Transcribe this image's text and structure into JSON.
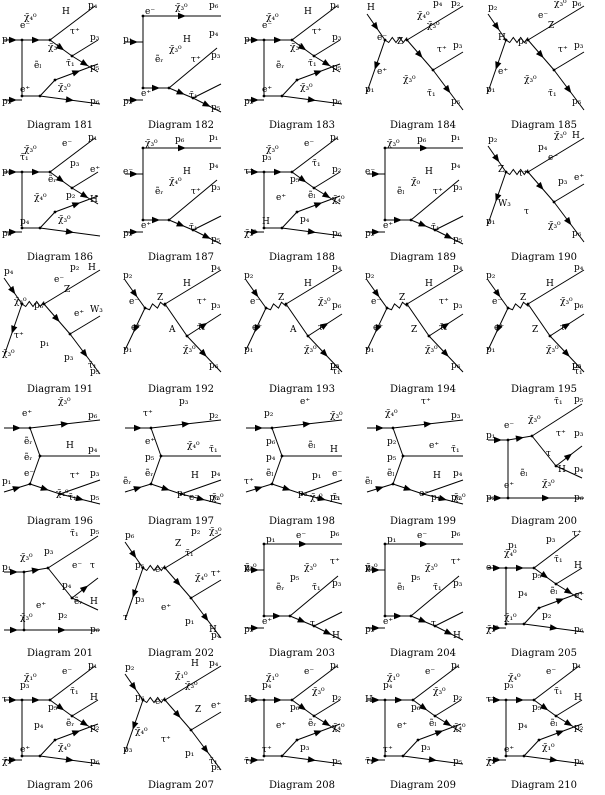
{
  "diagrams": [
    {
      "caption": "Diagram 181",
      "topo": "A",
      "labels": [
        "p₄",
        "H",
        "χ̃₄⁰",
        "p₁",
        "e⁻",
        "τ⁺",
        "χ̃₃⁰",
        "τ̃₁",
        "p₃",
        "ẽₗ",
        "p₅",
        "e⁺",
        "χ̃₃⁰",
        "p₂",
        "p₆"
      ]
    },
    {
      "caption": "Diagram 182",
      "topo": "B",
      "labels": [
        "p₁",
        "e⁻",
        "χ̃₃⁰",
        "p₆",
        "ẽᵣ",
        "H",
        "p₄",
        "χ̃₃⁰",
        "τ⁺",
        "p₃",
        "p₂",
        "e⁺",
        "τ̃₁",
        "p₅"
      ]
    },
    {
      "caption": "Diagram 183",
      "topo": "A",
      "labels": [
        "p₄",
        "H",
        "χ̃₄⁰",
        "p₁",
        "e⁻",
        "τ⁺",
        "χ̃₃⁰",
        "τ̃₁",
        "p₃",
        "ẽᵣ",
        "p₅",
        "e⁺",
        "χ̃₃⁰",
        "p₂",
        "p₆"
      ]
    },
    {
      "caption": "Diagram 184",
      "topo": "D",
      "labels": [
        "H",
        "p₄",
        "p₂",
        "χ̃₄⁰",
        "χ̃₃⁰",
        "e⁻",
        "Z",
        "τ⁺",
        "p₃",
        "e⁺",
        "χ̃₃⁰",
        "p₁",
        "τ̃₁",
        "p₅"
      ]
    },
    {
      "caption": "Diagram 185",
      "topo": "D",
      "labels": [
        "p₂",
        "χ̃₃⁰",
        "p₆",
        "e⁻",
        "Z",
        "H",
        "p₄",
        "τ⁺",
        "p₃",
        "e⁺",
        "χ̃₃⁰",
        "p₁",
        "τ̃₁",
        "p₅"
      ]
    },
    {
      "caption": "Diagram 186",
      "topo": "A",
      "labels": [
        "p₁",
        "e⁻",
        "χ̃₃⁰",
        "p₃",
        "τ̃₁",
        "p₃",
        "ẽᵣ",
        "p₂",
        "e⁺",
        "χ̃₄⁰",
        "H",
        "p₄",
        "χ̃₃⁰",
        "p₆"
      ]
    },
    {
      "caption": "Diagram 187",
      "topo": "B",
      "labels": [
        "e⁻",
        "χ̃₃⁰",
        "p₆",
        "p₁",
        "ẽᵣ",
        "H",
        "p₄",
        "χ̃₄⁰",
        "τ⁺",
        "p₃",
        "p₂",
        "e⁺",
        "τ̃₁",
        "p₅"
      ]
    },
    {
      "caption": "Diagram 188",
      "topo": "A",
      "labels": [
        "p₁",
        "e⁻",
        "χ̃₃⁰",
        "τ⁺",
        "p₃",
        "τ̃₁",
        "p₅",
        "ẽₗ",
        "p₂",
        "e⁺",
        "χ̃₄⁰",
        "H",
        "p₄",
        "χ̃₃⁰",
        "p₆"
      ]
    },
    {
      "caption": "Diagram 189",
      "topo": "B",
      "labels": [
        "e⁻",
        "χ̃₃⁰",
        "p₆",
        "p₁",
        "ẽₗ",
        "H",
        "p₄",
        "χ̃₀",
        "τ⁺",
        "p₃",
        "p₂",
        "e⁺",
        "τ̃₁",
        "p₅"
      ]
    },
    {
      "caption": "Diagram 190",
      "topo": "D",
      "labels": [
        "p₂",
        "χ̃₃⁰",
        "H",
        "p₄",
        "e⁻",
        "Z",
        "τ⁺",
        "p₃",
        "e⁺",
        "W₃",
        "τ",
        "p₁",
        "χ̃₃⁰",
        "p₆"
      ]
    },
    {
      "caption": "Diagram 191",
      "topo": "D",
      "labels": [
        "p₄",
        "p₂",
        "H",
        "e⁻",
        "Z",
        "χ̃₃⁰",
        "p₆",
        "e⁺",
        "W₃",
        "τ⁺",
        "p₁",
        "χ̃₃⁰",
        "p₃",
        "τ̃₁",
        "p₅"
      ]
    },
    {
      "caption": "Diagram 192",
      "topo": "E",
      "labels": [
        "p₂",
        "p₄",
        "H",
        "e⁻",
        "Z",
        "τ⁺",
        "p₃",
        "e⁺",
        "A",
        "τ̃₁",
        "p₁",
        "χ̃₃⁰",
        "p₆"
      ]
    },
    {
      "caption": "Diagram 193",
      "topo": "E",
      "labels": [
        "p₂",
        "p₄",
        "H",
        "e⁻",
        "Z",
        "χ̃₃⁰",
        "p₆",
        "e⁺",
        "A",
        "τ⁺",
        "p₁",
        "χ̃₃⁰",
        "p₃",
        "τ̃₁",
        "p₅"
      ]
    },
    {
      "caption": "Diagram 194",
      "topo": "E",
      "labels": [
        "p₂",
        "p₄",
        "H",
        "e⁻",
        "Z",
        "τ⁺",
        "p₃",
        "e⁺",
        "Z",
        "τ̃₁",
        "p₁",
        "χ̃₃⁰",
        "p₆"
      ]
    },
    {
      "caption": "Diagram 195",
      "topo": "E",
      "labels": [
        "p₂",
        "p₄",
        "H",
        "e⁻",
        "Z",
        "χ̃₃⁰",
        "p₆",
        "e⁺",
        "Z",
        "τ⁺",
        "p₁",
        "χ̃₃⁰",
        "p₃",
        "τ̃₁",
        "p₅"
      ]
    },
    {
      "caption": "Diagram 196",
      "topo": "C",
      "labels": [
        "e⁺",
        "χ̃₃⁰",
        "p₆",
        "ẽᵣ",
        "H",
        "p₄",
        "ẽᵣ",
        "e⁻",
        "τ⁺",
        "p₃",
        "p₁",
        "χ̃₄⁰",
        "τ̃₁",
        "p₅"
      ]
    },
    {
      "caption": "Diagram 197",
      "topo": "C",
      "labels": [
        "τ⁺",
        "p₃",
        "p₂",
        "e⁺",
        "χ̃₄⁰",
        "τ̃₁",
        "p₅",
        "ẽᵣ",
        "H",
        "p₄",
        "ẽᵣ",
        "p₁",
        "e⁻",
        "χ̃₃⁰",
        "p₆"
      ]
    },
    {
      "caption": "Diagram 198",
      "topo": "C",
      "labels": [
        "p₂",
        "e⁺",
        "χ̃₃⁰",
        "p₆",
        "ẽₗ",
        "H",
        "p₄",
        "ẽₗ",
        "p₁",
        "e⁻",
        "τ⁺",
        "p₃",
        "χ̃₄⁰",
        "τ̃₁",
        "p₅"
      ]
    },
    {
      "caption": "Diagram 199",
      "topo": "C",
      "labels": [
        "χ̃₄⁰",
        "τ⁺",
        "p₃",
        "p₂",
        "e⁺",
        "τ̃₁",
        "p₅",
        "ẽₗ",
        "H",
        "p₄",
        "ẽₗ",
        "e⁻",
        "p₁",
        "χ̃₃⁰",
        "p₆"
      ]
    },
    {
      "caption": "Diagram 200",
      "topo": "F",
      "labels": [
        "τ̃₁",
        "p₅",
        "p₁",
        "e⁻",
        "χ̃₃⁰",
        "τ⁺",
        "p₃",
        "τ",
        "H",
        "p₄",
        "ẽₗ",
        "e⁺",
        "χ̃₃⁰",
        "p₆",
        "p₂"
      ]
    },
    {
      "caption": "Diagram 201",
      "topo": "F",
      "labels": [
        "τ̃₁",
        "p₅",
        "p₁",
        "χ̃₃⁰",
        "p₃",
        "e⁻",
        "τ",
        "p₄",
        "ẽᵣ",
        "H",
        "e⁺",
        "χ̃₃⁰",
        "p₂",
        "p₆"
      ]
    },
    {
      "caption": "Diagram 202",
      "topo": "D",
      "labels": [
        "p₆",
        "p₂",
        "χ̃₃⁰",
        "Z",
        "τ̃₁",
        "p₅",
        "e⁻",
        "χ̃₄⁰",
        "τ⁺",
        "p₃",
        "e⁺",
        "τ",
        "p₁",
        "H",
        "p₄"
      ]
    },
    {
      "caption": "Diagram 203",
      "topo": "B",
      "labels": [
        "χ̃₃⁰",
        "p₁",
        "e⁻",
        "p₆",
        "ẽᵣ",
        "χ̃₃⁰",
        "τ⁺",
        "p₅",
        "τ̃₁",
        "p₃",
        "p₂",
        "e⁺",
        "τ",
        "H",
        "p₄"
      ]
    },
    {
      "caption": "Diagram 204",
      "topo": "B",
      "labels": [
        "χ̃₃⁰",
        "p₁",
        "e⁻",
        "p₆",
        "ẽₗ",
        "χ̃₃⁰",
        "τ⁺",
        "p₅",
        "τ̃₁",
        "p₃",
        "p₂",
        "e⁺",
        "τ",
        "H",
        "p₄"
      ]
    },
    {
      "caption": "Diagram 205",
      "topo": "A",
      "labels": [
        "τ⁺",
        "p₃",
        "p₁",
        "e⁻",
        "χ̃₄⁰",
        "τ̃₁",
        "p₅",
        "ẽₗ",
        "H",
        "p₄",
        "e⁺",
        "χ̃₁⁰",
        "p₂",
        "χ̃₃⁰",
        "p₆"
      ]
    },
    {
      "caption": "Diagram 206",
      "topo": "A",
      "labels": [
        "p₁",
        "e⁻",
        "χ̃₁⁰",
        "τ⁺",
        "p₃",
        "τ̃₁",
        "p₅",
        "ẽᵣ",
        "H",
        "p₄",
        "p₂",
        "e⁺",
        "χ̃₄⁰",
        "χ̃₃⁰",
        "p₆"
      ]
    },
    {
      "caption": "Diagram 207",
      "topo": "D",
      "labels": [
        "p₂",
        "H",
        "p₄",
        "χ̃₁⁰",
        "χ̃₃⁰",
        "p₆",
        "e⁻",
        "Z",
        "e⁺",
        "χ̃₄⁰",
        "τ⁺",
        "p₃",
        "p₁",
        "τ̃₁",
        "p₅"
      ]
    },
    {
      "caption": "Diagram 208",
      "topo": "A",
      "labels": [
        "p₁",
        "e⁻",
        "χ̃₁⁰",
        "H",
        "p₄",
        "χ̃₃⁰",
        "p₆",
        "ẽᵣ",
        "p₂",
        "e⁺",
        "χ̃₄⁰",
        "τ⁺",
        "p₃",
        "τ̃₁",
        "p₅"
      ]
    },
    {
      "caption": "Diagram 209",
      "topo": "A",
      "labels": [
        "p₁",
        "e⁻",
        "χ̃₁⁰",
        "H",
        "p₄",
        "χ̃₃⁰",
        "p₆",
        "ẽₗ",
        "p₂",
        "e⁺",
        "χ̃₄⁰",
        "τ⁺",
        "p₃",
        "τ̃₁",
        "p₅"
      ]
    },
    {
      "caption": "Diagram 210",
      "topo": "A",
      "labels": [
        "p₁",
        "e⁻",
        "χ̃₄⁰",
        "τ⁺",
        "p₃",
        "τ̃₁",
        "p₅",
        "ẽₗ",
        "H",
        "p₄",
        "p₂",
        "e⁺",
        "χ̃₁⁰",
        "χ̃₃⁰",
        "p₆"
      ]
    }
  ]
}
